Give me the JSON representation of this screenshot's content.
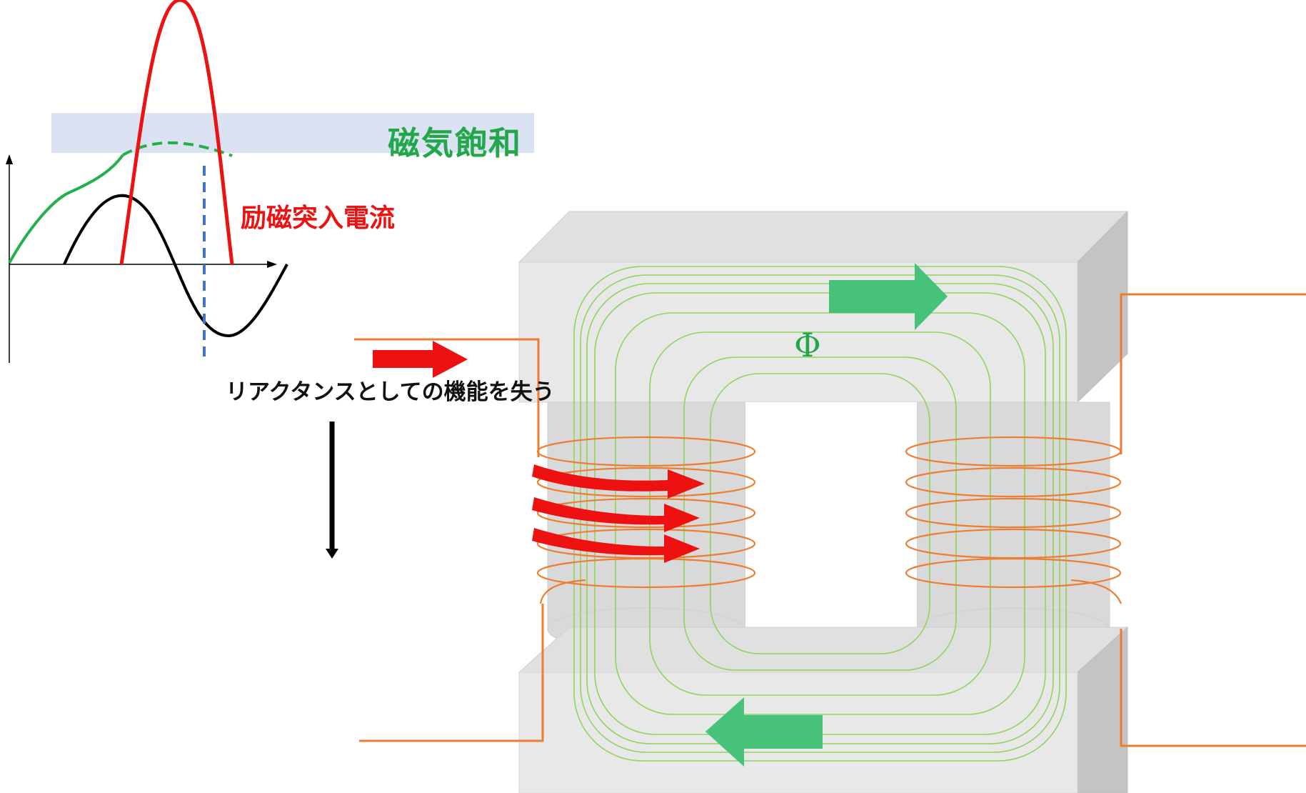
{
  "labels": {
    "saturation": "磁気飽和",
    "inrush": "励磁突入電流",
    "reactance": "リアクタンスとしての機能を失う",
    "flux": "Φ"
  },
  "colors": {
    "saturation_band": "#dbe2f2",
    "saturation_text": "#22a84a",
    "inrush_red": "#ee1111",
    "voltage_black": "#000000",
    "flux_green": "#22b04b",
    "dashed_blue": "#4472c4",
    "coil_orange": "#ed7d31",
    "flux_line": "#8fd45c",
    "arrow_green": "#47c27a",
    "core_light": "#e8e8e8",
    "core_side": "#c4c4c4",
    "core_top": "#e0e0e0"
  }
}
